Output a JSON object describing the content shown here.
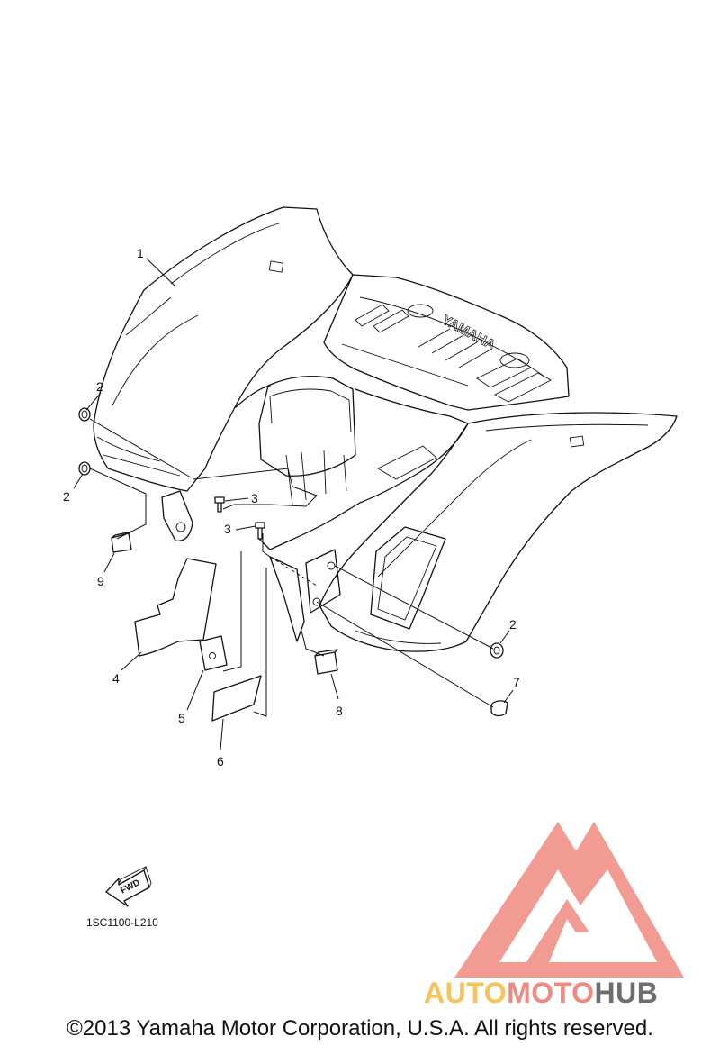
{
  "diagram": {
    "callouts": [
      {
        "id": "c1",
        "label": "1"
      },
      {
        "id": "c2a",
        "label": "2"
      },
      {
        "id": "c2b",
        "label": "2"
      },
      {
        "id": "c2c",
        "label": "2"
      },
      {
        "id": "c3a",
        "label": "3"
      },
      {
        "id": "c3b",
        "label": "3"
      },
      {
        "id": "c4",
        "label": "4"
      },
      {
        "id": "c5",
        "label": "5"
      },
      {
        "id": "c6",
        "label": "6"
      },
      {
        "id": "c7",
        "label": "7"
      },
      {
        "id": "c8",
        "label": "8"
      },
      {
        "id": "c9",
        "label": "9"
      }
    ],
    "fender_brand_text": "YAMAHA",
    "fwd_label": "FWD",
    "part_code": "1SC1100-L210"
  },
  "watermark": {
    "brand_text": "AUTOMOTOHUB",
    "colors": {
      "logo_red": "#f08a80",
      "auto_orange": "#f7c25a",
      "moto_red": "#f08a80",
      "hub_gray": "#6e6e6e"
    }
  },
  "footer": {
    "copyright": "©2013 Yamaha Motor Corporation, U.S.A. All rights reserved."
  }
}
